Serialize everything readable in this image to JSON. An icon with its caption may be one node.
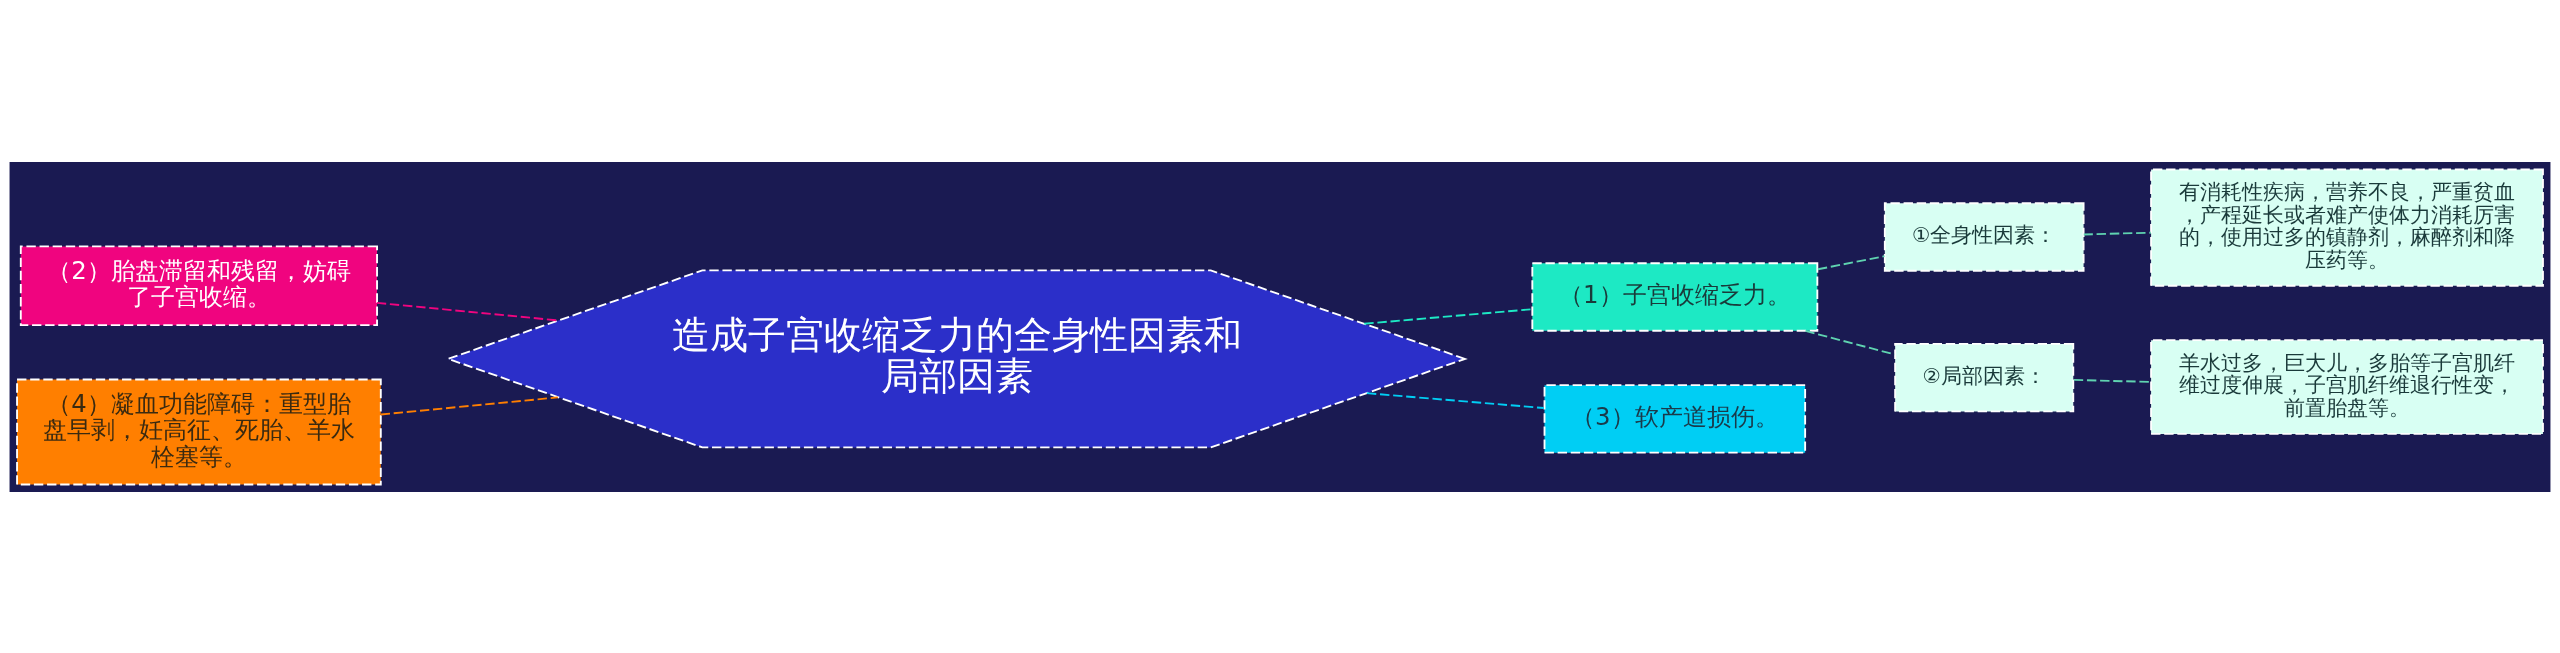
{
  "diagram": {
    "nodes": [
      {
        "text": [
          "造成子宫收缩乏力的全身性因素和局部因素"
        ]
      },
      {
        "text": [
          "（2）胎盘滞留和残留，妨碍了子宫收缩。"
        ]
      },
      {
        "text": [
          "（4）凝血功能障碍：重型胎盘早剥，妊高征、死胎、羊水栓塞等。"
        ]
      },
      {
        "text": [
          "（1）子宫收缩乏力。"
        ]
      },
      {
        "text": [
          "①全身性因素："
        ]
      },
      {
        "text": [
          "有消耗性疾病，营养不良，严重贫血，产程延长或者难产使体力消耗厉害的，使用过多的镇静剂，麻醉剂和降压药等。"
        ]
      },
      {
        "text": [
          "②局部因素："
        ]
      },
      {
        "text": [
          "羊水过多，巨大儿，多胎等子宫肌纤维过度伸展，子宫肌纤维退行性变，前置胎盘等。"
        ]
      },
      {
        "text": [
          "（3）软产道损伤。"
        ]
      }
    ],
    "edges": [
      {
        "from": 0,
        "to": 1,
        "arrow": "none",
        "style": "dashed",
        "color": "#f0047f"
      },
      {
        "from": 0,
        "to": 2,
        "arrow": "none",
        "style": "dashed",
        "color": "#ff7f00"
      },
      {
        "from": 0,
        "to": 3,
        "arrow": "none",
        "style": "dashed",
        "color": "#1de9c4"
      },
      {
        "from": 3,
        "to": 4,
        "arrow": "none",
        "style": "dashed",
        "color": "#5fd3b0"
      },
      {
        "from": 4,
        "to": 5,
        "arrow": "none",
        "style": "dashed",
        "color": "#5fd3b0"
      },
      {
        "from": 3,
        "to": 6,
        "arrow": "none",
        "style": "dashed",
        "color": "#5fd3b0"
      },
      {
        "from": 6,
        "to": 7,
        "arrow": "none",
        "style": "dashed",
        "color": "#5fd3b0"
      },
      {
        "from": 0,
        "to": 8,
        "arrow": "none",
        "style": "dashed",
        "color": "#00cef4"
      }
    ]
  }
}
